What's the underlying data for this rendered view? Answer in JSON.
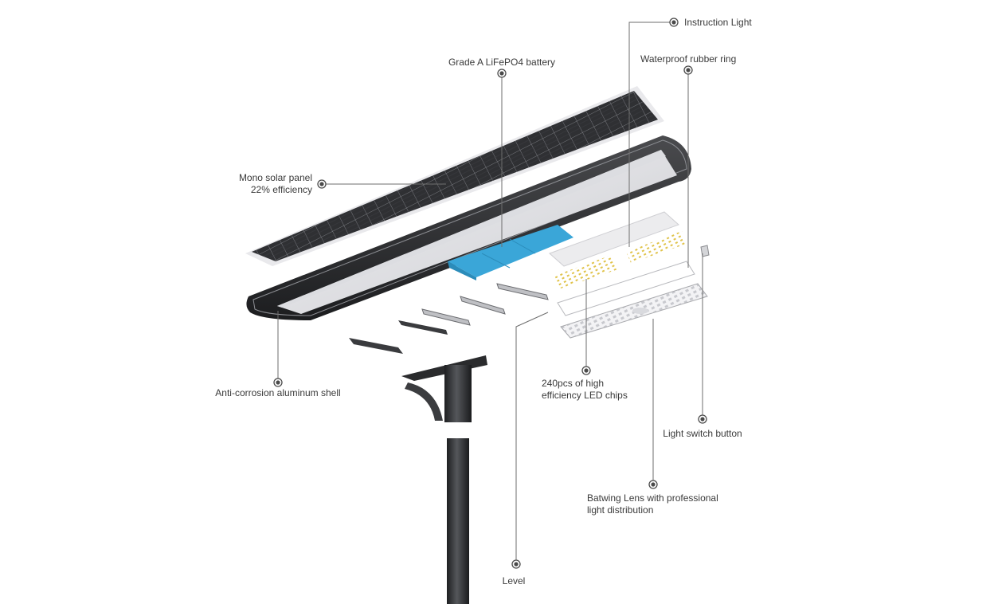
{
  "labels": {
    "instruction_light": "Instruction Light",
    "battery": "Grade A LiFePO4 battery",
    "rubber_ring": "Waterproof rubber ring",
    "solar_panel_line1": "Mono solar panel",
    "solar_panel_line2": "22% efficiency",
    "shell": "Anti-corrosion aluminum shell",
    "led_line1": "240pcs of high",
    "led_line2": "efficiency LED chips",
    "switch": "Light switch button",
    "lens_line1": "Batwing Lens with professional",
    "lens_line2": "light distribution",
    "level": "Level"
  },
  "colors": {
    "text": "#3a3a3a",
    "leader": "#6e6e6e",
    "dot": "#4a4a4a",
    "solar_cell": "#2f3033",
    "shell": "#2a2b2d",
    "battery": "#3aa6d8",
    "led": "#e0c34a"
  }
}
